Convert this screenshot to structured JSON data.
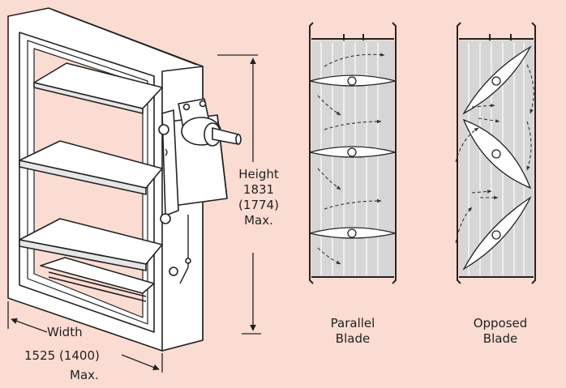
{
  "labels": {
    "height_title": "Height",
    "height_value": "1831",
    "height_alt": "(1774)",
    "height_max": "Max.",
    "width_title": "Width",
    "width_value": "1525",
    "width_alt": "(1400)",
    "width_max": "Max.",
    "parallel_line1": "Parallel",
    "parallel_line2": "Blade",
    "opposed_line1": "Opposed",
    "opposed_line2": "Blade"
  },
  "colors": {
    "background": "#fbdcd2",
    "frame": "#ffffff",
    "blade_section_fill": "#d6d6d6",
    "line": "#222222"
  }
}
